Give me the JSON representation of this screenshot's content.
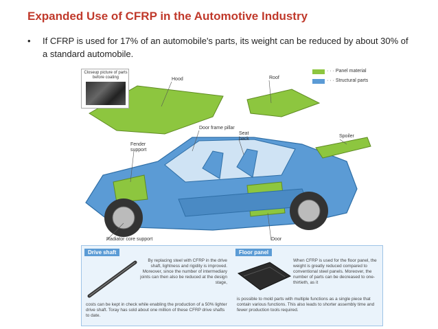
{
  "slide": {
    "title": "Expanded Use of CFRP in the Automotive Industry",
    "bullet_symbol": "•",
    "bullet_text": "If CFRP is used for 17% of an automobile's parts, its weight can be reduced by about 30% of a standard automobile."
  },
  "figure": {
    "closeup_caption": "Closeup picture of parts before coating",
    "legend": {
      "panel": "· · · Panel material",
      "structural": "· · · Structural parts"
    },
    "labels": {
      "hood": "Hood",
      "roof": "Roof",
      "door_frame_pillar": "Door frame pillar",
      "seat_back": "Seat back",
      "fender_support": "Fender support",
      "spoiler": "Spoiler",
      "radiator_core_support": "Radiator core support",
      "door": "Door"
    },
    "panels": {
      "drive_shaft_title": "Drive shaft",
      "drive_shaft_text_1": "By replacing steel with CFRP in the drive shaft, lightness and rigidity is improved. Moreover, since the number of intermediary joints can then also be reduced at the design stage,",
      "drive_shaft_text_2": "costs can be kept in check while enabling the production of a 50% lighter drive shaft. Toray has sold about one million of these CFRP drive shafts to date.",
      "floor_panel_title": "Floor panel",
      "floor_panel_text_1": "When CFRP is used for the floor panel, the weight is greatly reduced compared to conventional steel panels. Moreover, the number of parts can be decreased to one-thirtieth, as it",
      "floor_panel_text_2": "is possible to mold parts with multiple functions as a single piece that contain various functions. This also leads to shorter assembly time and fewer production tools required."
    }
  },
  "colors": {
    "title": "#c0392b",
    "panel_material": "#8dc63f",
    "structural_parts": "#5b9bd5"
  }
}
